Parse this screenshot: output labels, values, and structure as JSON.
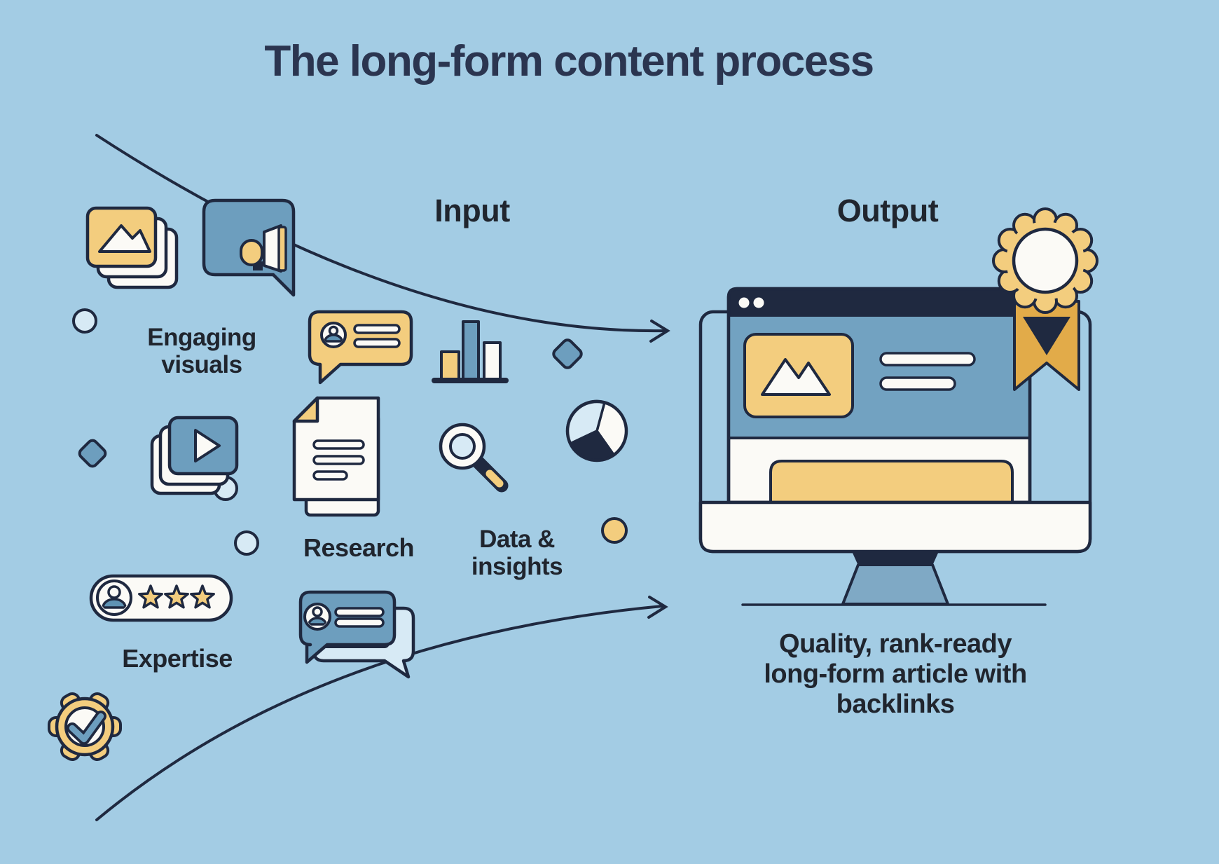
{
  "title": "The long-form content process",
  "sections": {
    "input_label": "Input",
    "output_label": "Output"
  },
  "input_items": [
    {
      "id": "engaging-visuals",
      "label": "Engaging visuals",
      "icons": [
        "image-stack-icon",
        "megaphone-bubble-icon",
        "video-stack-icon"
      ]
    },
    {
      "id": "research",
      "label": "Research",
      "icons": [
        "document-stack-icon",
        "testimonial-bubble-icon"
      ]
    },
    {
      "id": "data-insights",
      "label": "Data & insights",
      "icons": [
        "bar-chart-icon",
        "magnifier-icon",
        "pie-chart-icon"
      ]
    },
    {
      "id": "expertise",
      "label": "Expertise",
      "icons": [
        "rating-badge-icon",
        "chat-bubbles-icon",
        "gear-check-icon"
      ]
    }
  ],
  "output_item": {
    "caption": "Quality, rank-ready long-form article with backlinks",
    "icons": [
      "monitor-browser-icon",
      "award-ribbon-icon"
    ]
  },
  "colors": {
    "bg": "#a3cce4",
    "navy": "#1f2940",
    "title_text": "#2b3550",
    "label_text": "#20252e",
    "steel": "#6d9ebe",
    "steel_light": "#7fa9c5",
    "content_blue": "#72a2c1",
    "pale": "#d7eaf5",
    "yellow": "#f3cd7e",
    "mustard": "#e2ab49",
    "white": "#fbfaf6",
    "avatar_blue": "#5f93b4"
  }
}
